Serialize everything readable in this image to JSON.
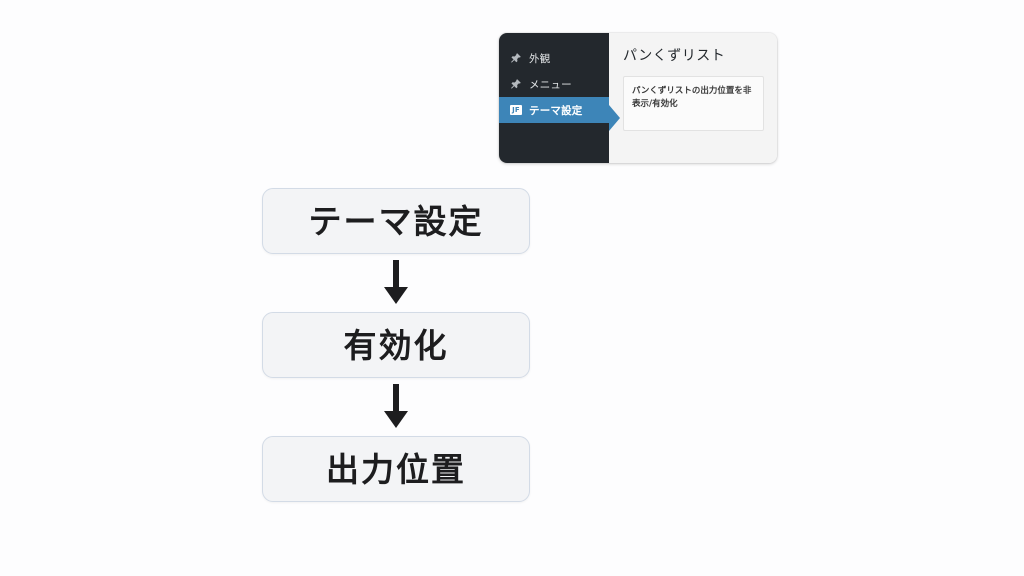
{
  "admin_widget": {
    "sidebar": {
      "items": [
        {
          "label": "外観",
          "icon": "pin-icon",
          "active": false
        },
        {
          "label": "メニュー",
          "icon": "pin-icon",
          "active": false
        },
        {
          "label": "テーマ設定",
          "icon": "theme-badge-icon",
          "badge_text": "JF",
          "active": true
        }
      ],
      "background_color": "#23282d",
      "active_color": "#3d85b8"
    },
    "panel": {
      "title": "パンくずリスト",
      "card_text": "パンくずリストの出力位置を非表示/有効化"
    }
  },
  "flowchart": {
    "steps": [
      {
        "label": "テーマ設定"
      },
      {
        "label": "有効化"
      },
      {
        "label": "出力位置"
      }
    ],
    "arrow_color": "#1d1d1f",
    "box_fill": "#f3f4f6",
    "box_border": "#d3dbe6"
  }
}
